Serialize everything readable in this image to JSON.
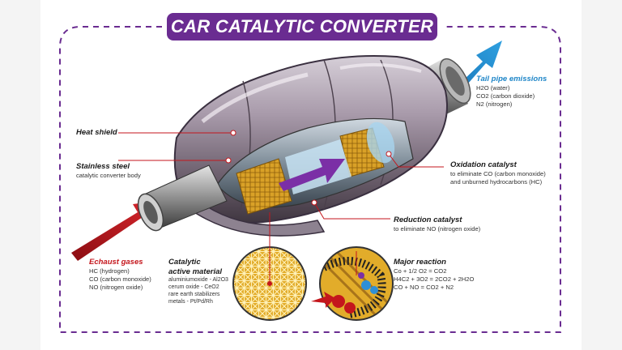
{
  "title": "CAR CATALYTIC CONVERTER",
  "labels": {
    "heat_shield": "Heat shield",
    "stainless_steel": "Stainless steel",
    "stainless_steel_sub": "catalytic converter body",
    "tail_pipe": "Tail pipe emissions",
    "tail_pipe_lines": [
      "H2O (water)",
      "CO2 (carbon dioxide)",
      "N2 (nitrogen)"
    ],
    "oxidation": "Oxidation catalyst",
    "oxidation_lines": [
      "to eliminate CO (carbon monoxide)",
      "and unburned hydrocarbons (HC)"
    ],
    "reduction": "Reduction catalyst",
    "reduction_sub": "to eliminate NO (nitrogen oxide)",
    "exhaust": "Echaust gases",
    "exhaust_lines": [
      "HC (hydrogen)",
      "CO (carbon monoxide)",
      "NO (nitrogen oxide)"
    ],
    "catalytic_line1": "Catalytic",
    "catalytic_line2": "active material",
    "catalytic_lines": [
      "aluminiumoxide - Al2O3",
      "cerum oxide - CeO2",
      "rare earth stabilizers",
      "metals - Pt/Pd/Rh"
    ],
    "major_reaction": "Major reaction",
    "reaction_lines": [
      "Co + 1/2 O2 = CO2",
      "H4C2 + 3O2 = 2CO2 + 2H2O",
      "CO + NO = CO2 + N2"
    ]
  },
  "colors": {
    "accent_purple": "#6a2c91",
    "exhaust_red": "#c4161c",
    "emission_blue": "#1f86c8",
    "catalyst_yellow": "#e8b830"
  }
}
